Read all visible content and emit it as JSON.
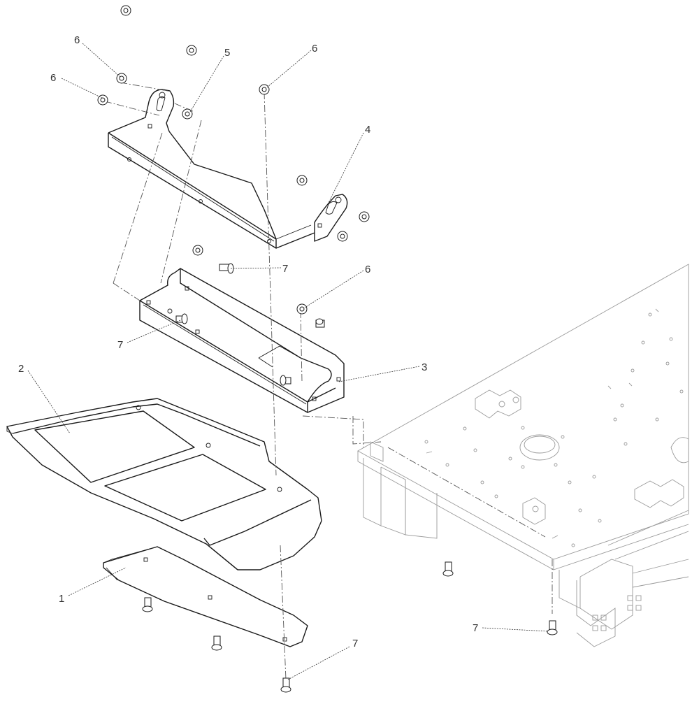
{
  "callouts": {
    "c1": "1",
    "c2": "2",
    "c3": "3",
    "c4": "4",
    "c5": "5",
    "c6a": "6",
    "c6b": "6",
    "c6c": "6",
    "c6d": "6",
    "c7a": "7",
    "c7b": "7",
    "c7c": "7",
    "c7d": "7"
  }
}
